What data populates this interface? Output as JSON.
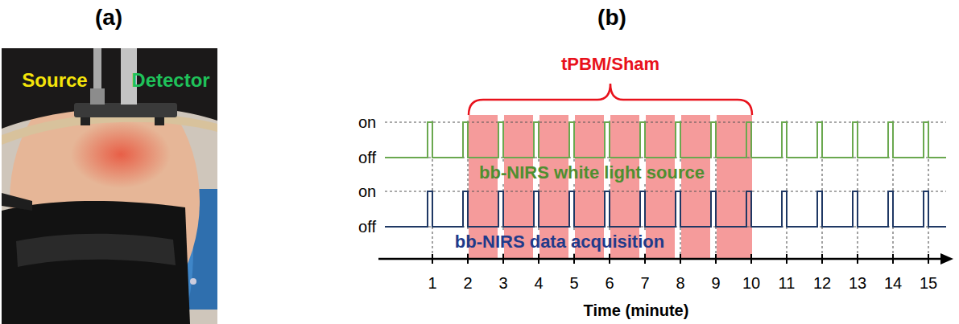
{
  "diagram": {
    "labels": [
      "(a)",
      "(b)",
      "Source",
      "Detector",
      "tPBM/Sham",
      "on",
      "off",
      "on",
      "off",
      "bb-NIRS white light source",
      "bb-NIRS data acquisition",
      "1",
      "2",
      "3",
      "4",
      "5",
      "6",
      "7",
      "8",
      "9",
      "10",
      "11",
      "12",
      "13",
      "14",
      "15",
      "Time (minute)"
    ]
  }
}
